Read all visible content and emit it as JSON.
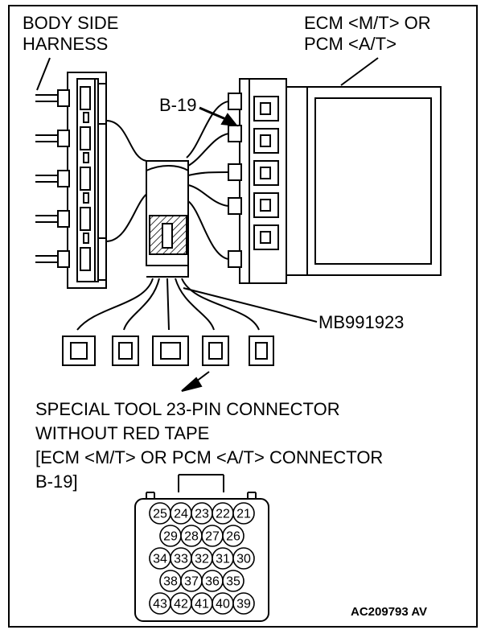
{
  "labels": {
    "body_side_harness": [
      "BODY SIDE",
      "HARNESS"
    ],
    "ecm_pcm": [
      "ECM <M/T> OR",
      "PCM <A/T>"
    ],
    "connector_ref": "B-19",
    "tool_part": "MB991923",
    "description": [
      "SPECIAL TOOL 23-PIN CONNECTOR",
      "WITHOUT RED TAPE",
      "[ECM <M/T> OR PCM <A/T> CONNECTOR",
      "B-19]"
    ],
    "figure_code": "AC209793 AV"
  },
  "pin_rows": [
    [
      "25",
      "24",
      "23",
      "22",
      "21"
    ],
    [
      "29",
      "28",
      "27",
      "26"
    ],
    [
      "34",
      "33",
      "32",
      "31",
      "30"
    ],
    [
      "38",
      "37",
      "36",
      "35"
    ],
    [
      "43",
      "42",
      "41",
      "40",
      "39"
    ]
  ]
}
